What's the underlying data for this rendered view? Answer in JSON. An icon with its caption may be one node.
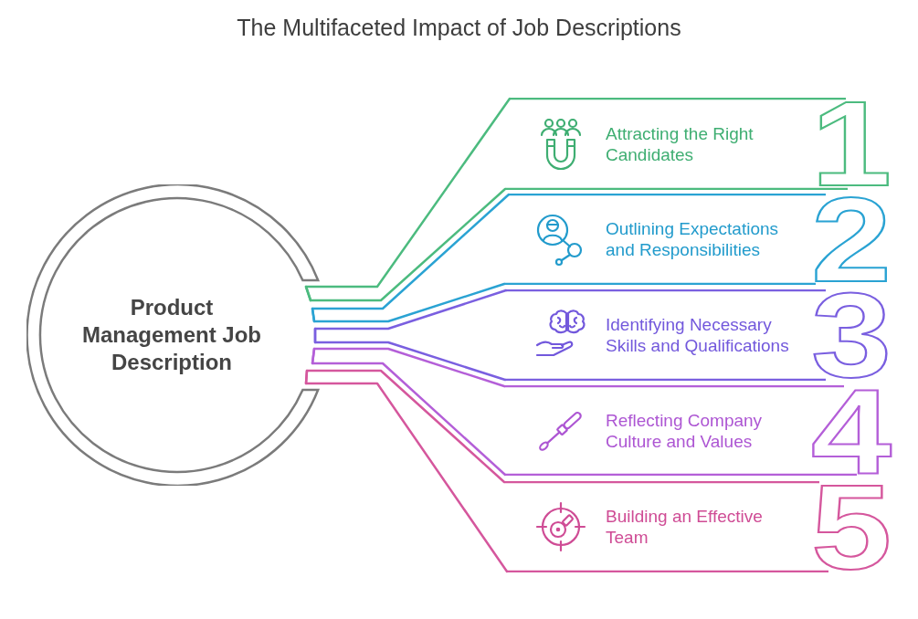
{
  "diagram": {
    "title": "The Multifaceted Impact of Job Descriptions",
    "nodes": [
      {
        "text": [
          "Product Management Job Description"
        ]
      },
      {
        "text": [
          "Attracting the Right Candidates",
          "1"
        ]
      },
      {
        "text": [
          "Outlining Expectations and Responsibilities",
          "2"
        ]
      },
      {
        "text": [
          "Identifying Necessary Skills and Qualifications",
          "3"
        ]
      },
      {
        "text": [
          "Reflecting Company Culture and Values",
          "4"
        ]
      },
      {
        "text": [
          "Building an Effective Team",
          "5"
        ]
      }
    ],
    "edges": [
      {
        "from": 0,
        "to": 1,
        "arrow": "none",
        "color": "#4cbb7f"
      },
      {
        "from": 0,
        "to": 2,
        "arrow": "none",
        "color": "#2aa3d3"
      },
      {
        "from": 0,
        "to": 3,
        "arrow": "none",
        "color": "#7a5fe0"
      },
      {
        "from": 0,
        "to": 4,
        "arrow": "none",
        "color": "#b45fd8"
      },
      {
        "from": 0,
        "to": 5,
        "arrow": "none",
        "color": "#d5579d"
      }
    ]
  }
}
